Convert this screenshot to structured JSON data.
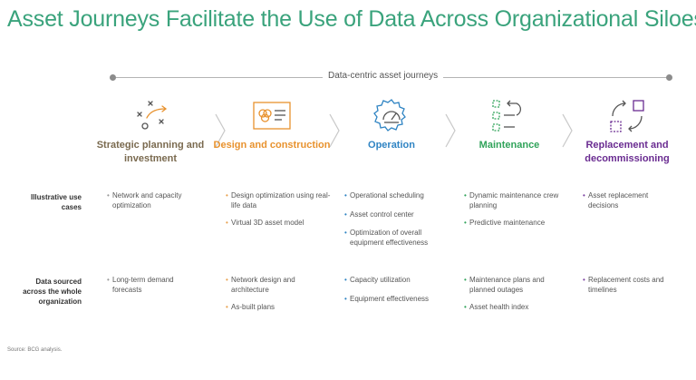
{
  "title": "Asset Journeys Facilitate the Use of Data Across Organizational Siloes",
  "timeline_label": "Data-centric asset journeys",
  "colors": {
    "title": "#3aa37c",
    "strategic": "#7a6a4f",
    "design": "#e8922e",
    "operation": "#2f84c3",
    "maintenance": "#30a35a",
    "replacement": "#6a2c91"
  },
  "stages": [
    {
      "name": "Strategic planning and investment",
      "icon": "strategy-play-icon"
    },
    {
      "name": "Design and construction",
      "icon": "blueprint-icon"
    },
    {
      "name": "Operation",
      "icon": "gauge-gear-icon"
    },
    {
      "name": "Maintenance",
      "icon": "checklist-icon"
    },
    {
      "name": "Replacement and decommissioning",
      "icon": "replace-cycle-icon"
    }
  ],
  "rows": {
    "use_cases_label": "Illustrative use cases",
    "data_label": "Data sourced across the whole organization"
  },
  "use_cases": [
    [
      "Network and capacity optimization"
    ],
    [
      "Design optimization using real-life data",
      "Virtual 3D asset model"
    ],
    [
      "Operational scheduling",
      "Asset control center",
      "Optimization of overall equipment effectiveness"
    ],
    [
      "Dynamic maintenance crew planning",
      "Predictive maintenance"
    ],
    [
      "Asset replacement decisions"
    ]
  ],
  "data_sources": [
    [
      "Long-term demand forecasts"
    ],
    [
      "Network design and architecture",
      "As-built plans"
    ],
    [
      "Capacity utilization",
      "Equipment effectiveness"
    ],
    [
      "Maintenance plans and planned outages",
      "Asset health index"
    ],
    [
      "Replacement costs and timelines"
    ]
  ],
  "source": "Source: BCG analysis."
}
